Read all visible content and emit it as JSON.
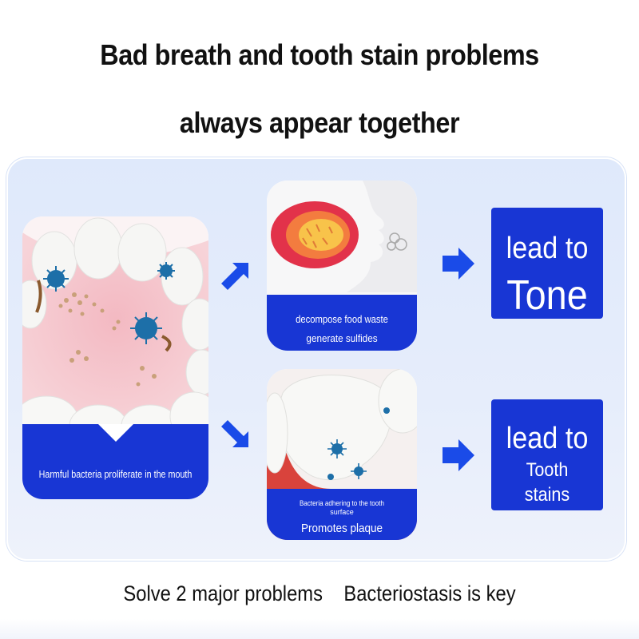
{
  "headline": {
    "line1": "Bad breath and tooth stain problems",
    "line2": "always appear together"
  },
  "main_card": {
    "icon": "mouth-bacteria-illustration",
    "caption": "Harmful bacteria proliferate in the mouth"
  },
  "bad_breath_card": {
    "icon": "breath-odor-illustration",
    "caption_line1": "decompose food waste",
    "caption_line2": "generate sulfides"
  },
  "plaque_card": {
    "icon": "tooth-bacteria-illustration",
    "caption_line1": "Bacteria adhering to the tooth",
    "caption_line2": "surface",
    "caption_line3": "Promotes plaque"
  },
  "result_top": {
    "line1": "lead to",
    "line2": "Tone"
  },
  "result_bottom": {
    "line1": "lead to",
    "line2": "Tooth",
    "line3": "stains"
  },
  "footer": {
    "text": "Solve 2 major problems    Bacteriostasis is key"
  },
  "colors": {
    "accent_blue": "#1836d4",
    "arrow_blue": "#1a4be8",
    "panel_bg": "#e3ebfb"
  }
}
